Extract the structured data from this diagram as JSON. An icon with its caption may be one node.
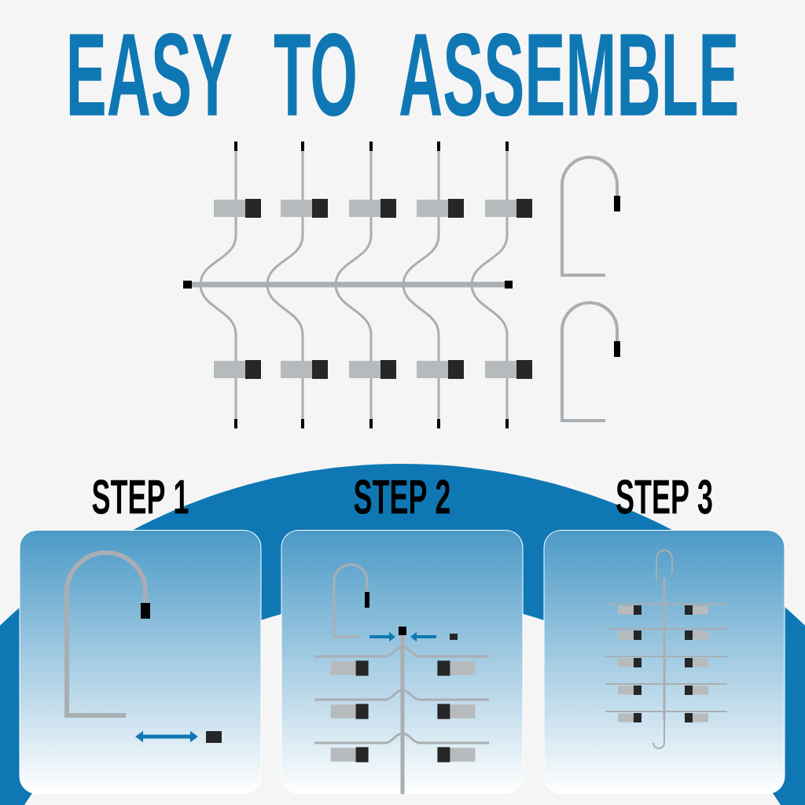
{
  "diagram": {
    "title": "EASY TO ASSEMBLE",
    "nodes": [
      {
        "text": [
          "STEP 1"
        ]
      },
      {
        "text": [
          "STEP 2"
        ]
      },
      {
        "text": [
          "STEP 3"
        ]
      }
    ]
  }
}
